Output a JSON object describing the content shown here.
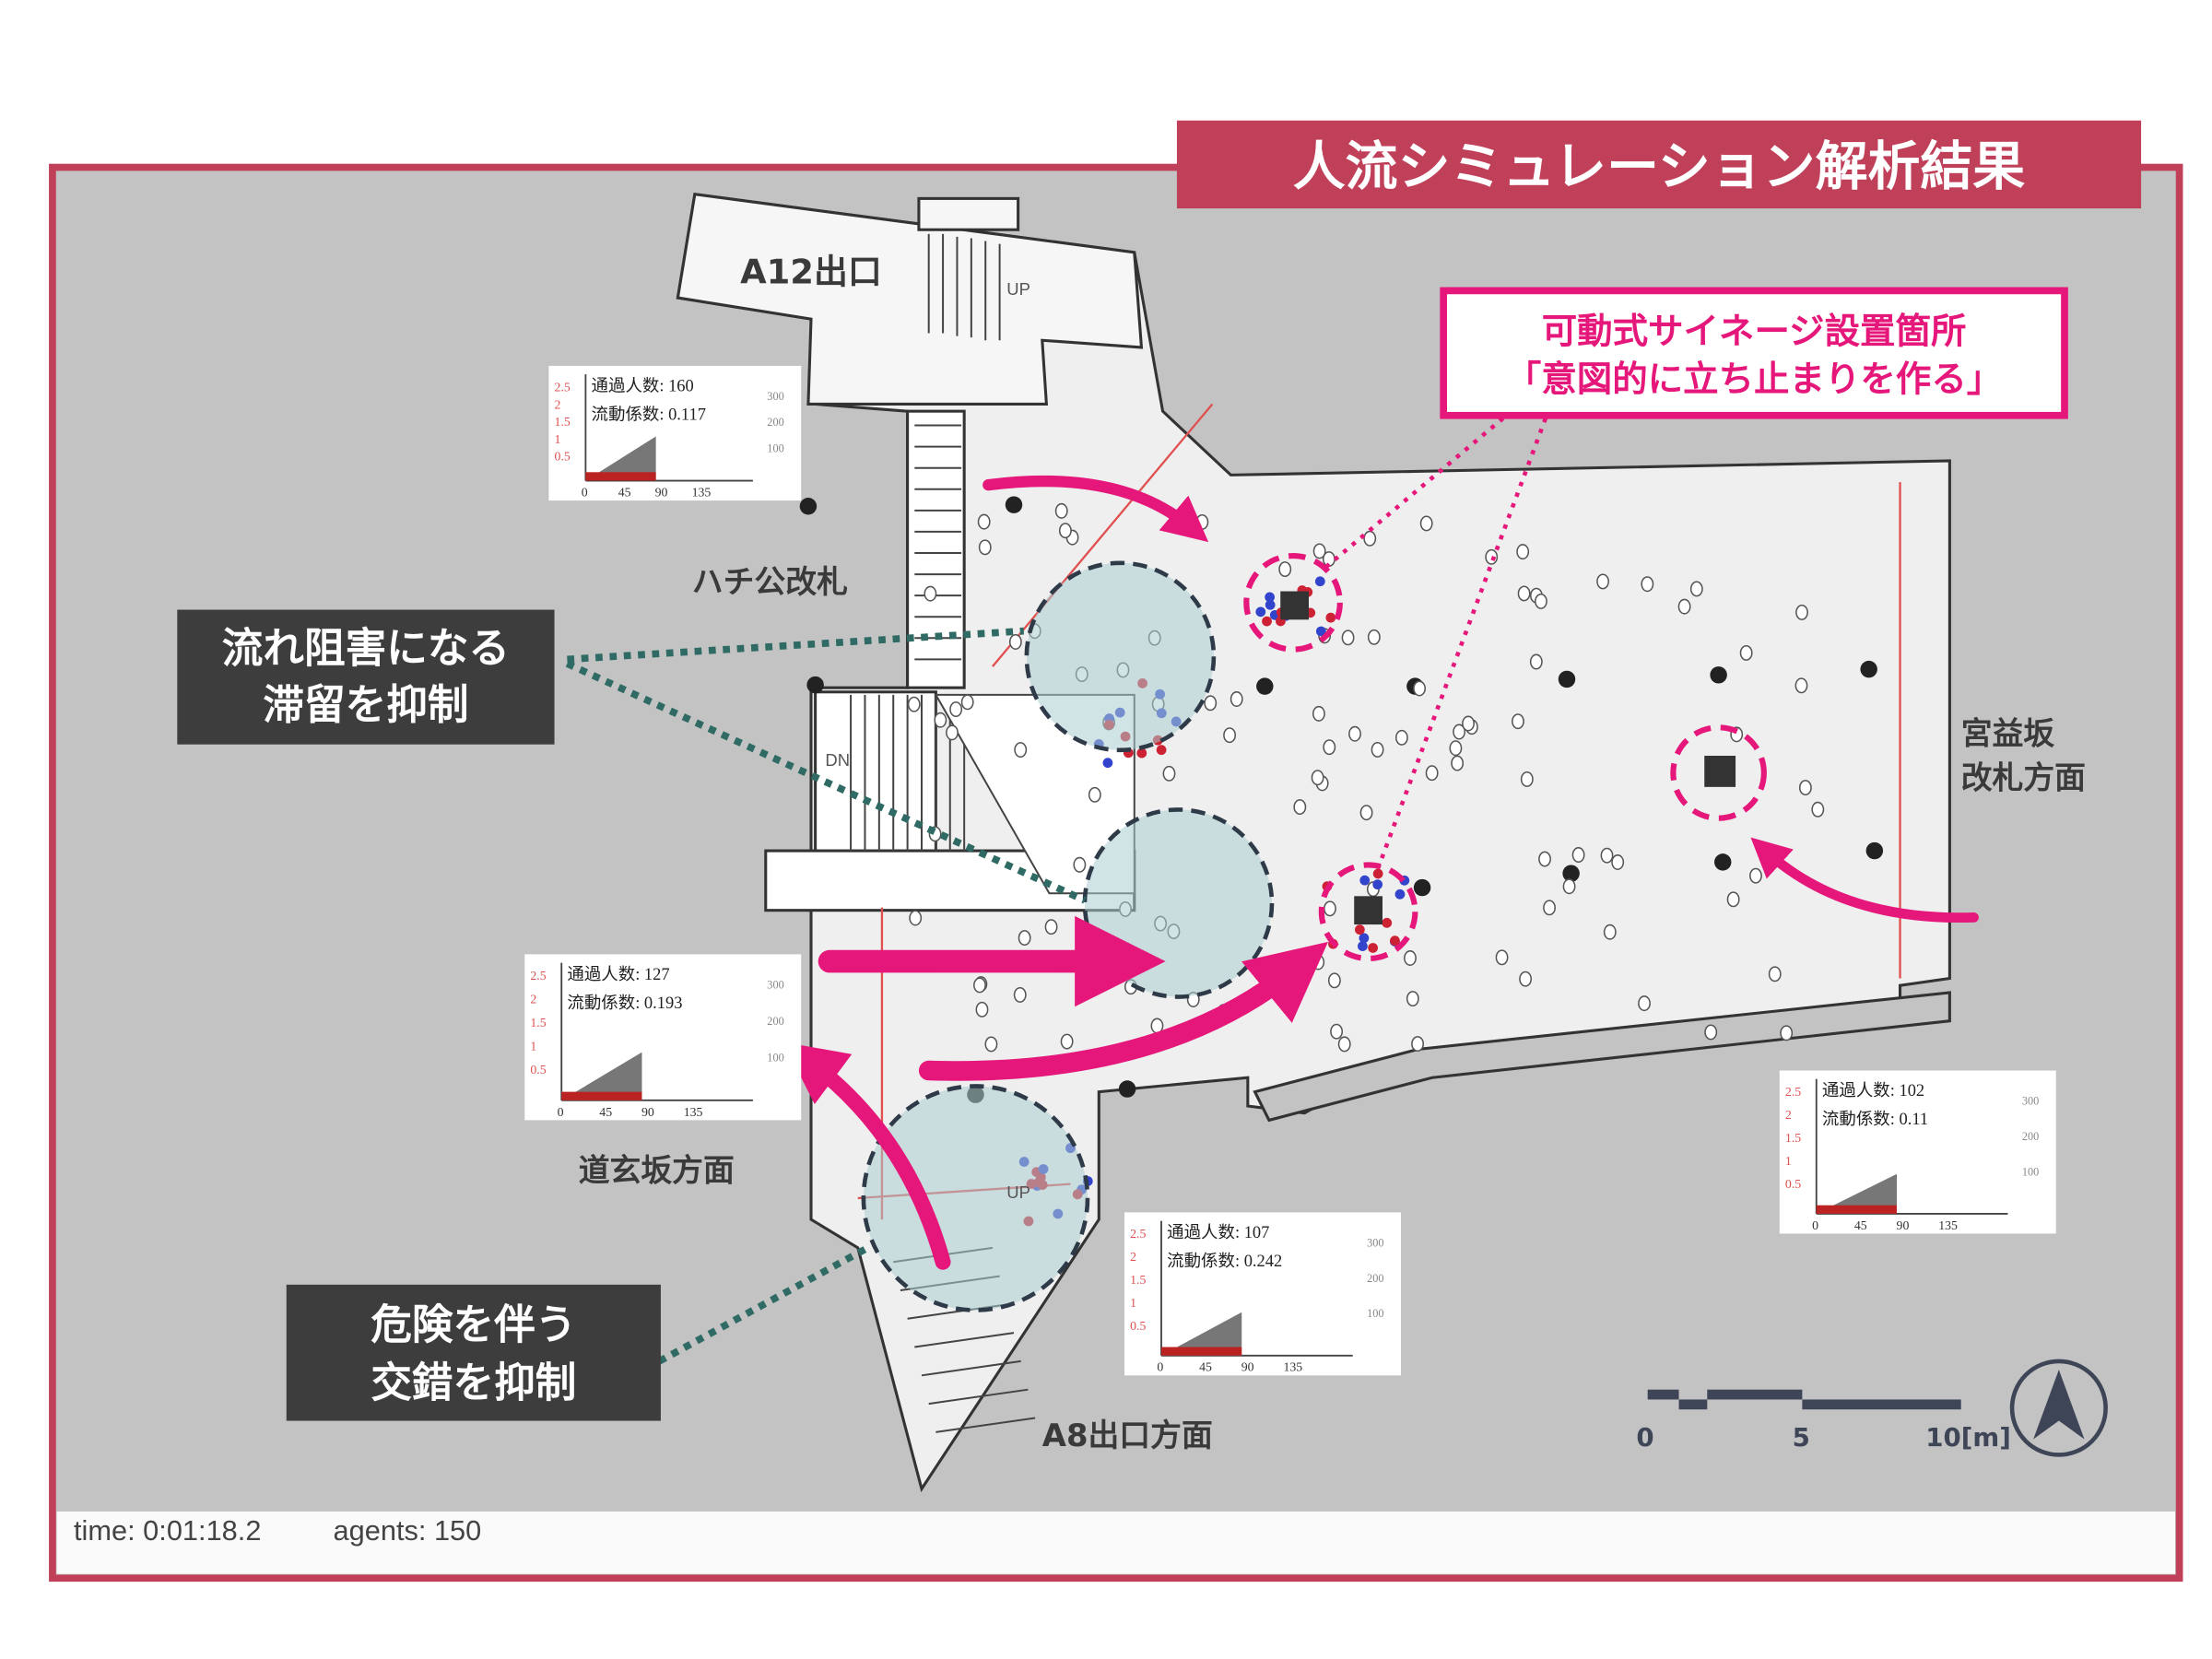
{
  "title": "人流シミュレーション解析結果",
  "colors": {
    "frame": "#c0405a",
    "accent": "#e6177a",
    "dark_box": "#3d3d3d",
    "teal": "#2f6b64",
    "floor": "#efefef",
    "background": "#c3c3c3"
  },
  "signage_callout": {
    "line1": "可動式サイネージ設置箇所",
    "line2": "「意図的に立ち止まりを作る」"
  },
  "callouts": [
    {
      "line1": "流れ阻害になる",
      "line2": "滞留を抑制"
    },
    {
      "line1": "危険を伴う",
      "line2": "交錯を抑制"
    }
  ],
  "places": {
    "a12": "A12出口",
    "hachiko": "ハチ公改札",
    "miyamasu_1": "宮益坂",
    "miyamasu_2": "改札方面",
    "dogenzaka": "道玄坂方面",
    "a8": "A8出口方面",
    "up1": "UP",
    "up2": "UP",
    "dn": "DN"
  },
  "mini_charts": [
    {
      "passers_label": "通過人数: 160",
      "flow_label": "流動係数: 0.117",
      "fill": 0.8
    },
    {
      "passers_label": "通過人数: 127",
      "flow_label": "流動係数: 0.193",
      "fill": 0.65
    },
    {
      "passers_label": "通過人数: 102",
      "flow_label": "流動係数: 0.11",
      "fill": 0.55
    },
    {
      "passers_label": "通過人数: 107",
      "flow_label": "流動係数: 0.242",
      "fill": 0.6
    }
  ],
  "mini_axis": {
    "left": [
      "2.5",
      "2",
      "1.5",
      "1",
      "0.5"
    ],
    "right": [
      "300",
      "200",
      "100"
    ],
    "x": [
      "0",
      "45",
      "90",
      "135"
    ]
  },
  "scale_bar": {
    "t0": "0",
    "t5": "5",
    "t10": "10[m]"
  },
  "status": {
    "time": "time: 0:01:18.2",
    "agents": "agents: 150"
  }
}
